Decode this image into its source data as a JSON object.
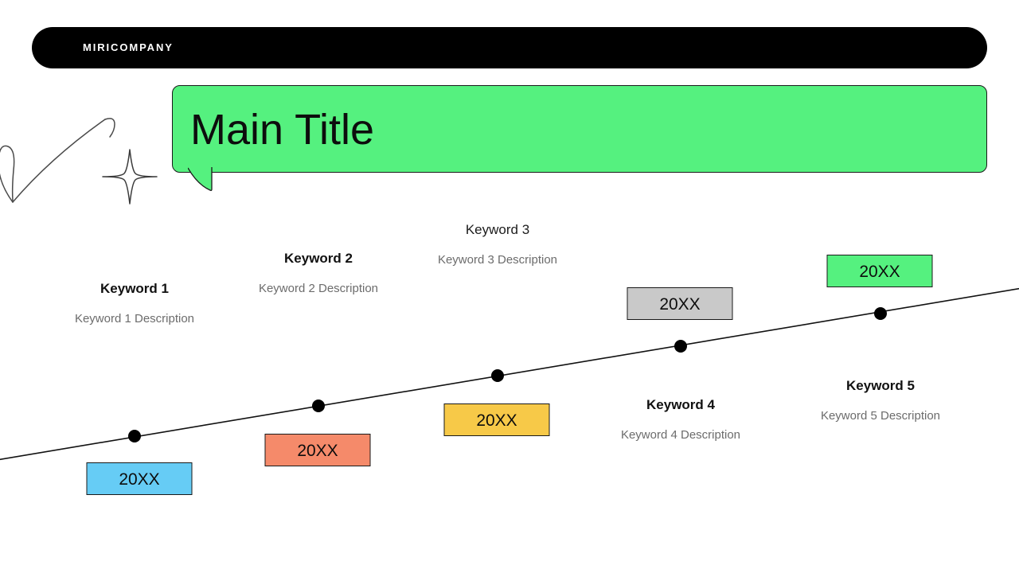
{
  "header": {
    "brand": "MIRICOMPANY",
    "bar_color": "#000000",
    "text_color": "#ffffff"
  },
  "title": {
    "text": "Main Title",
    "bubble_color": "#55f17f",
    "border_color": "#1a1a1a"
  },
  "decorations": [
    {
      "name": "arrow-doodle",
      "type": "hand-drawn-curve"
    },
    {
      "name": "sparkle-doodle",
      "type": "four-point-star-outline"
    }
  ],
  "chart_data": {
    "type": "line",
    "title": "Main Title",
    "xlabel": "",
    "ylabel": "",
    "grid": false,
    "legend": "none",
    "description": "Ascending 5-point milestone timeline with alternating above/below labels",
    "line_color": "#111111",
    "point_color": "#000000",
    "x": [
      169,
      400,
      625,
      855,
      1106
    ],
    "y": [
      548,
      510,
      472,
      435,
      394
    ],
    "categories": [
      "Keyword 1",
      "Keyword 2",
      "Keyword 3",
      "Keyword 4",
      "Keyword 5"
    ],
    "values": [
      1,
      2,
      3,
      4,
      5
    ]
  },
  "milestones": [
    {
      "keyword": "Keyword 1",
      "description": "Keyword 1 Description",
      "year": "20XX",
      "badge_color": "#66ccf5",
      "label_position": "above",
      "bold": true
    },
    {
      "keyword": "Keyword 2",
      "description": "Keyword 2 Description",
      "year": "20XX",
      "badge_color": "#f58a6a",
      "label_position": "above",
      "bold": true
    },
    {
      "keyword": "Keyword 3",
      "description": "Keyword 3 Description",
      "year": "20XX",
      "badge_color": "#f7c948",
      "label_position": "above",
      "bold": false
    },
    {
      "keyword": "Keyword 4",
      "description": "Keyword 4 Description",
      "year": "20XX",
      "badge_color": "#c9c9c9",
      "label_position": "below",
      "bold": true
    },
    {
      "keyword": "Keyword 5",
      "description": "Keyword 5 Description",
      "year": "20XX",
      "badge_color": "#55f17f",
      "label_position": "below",
      "bold": true
    }
  ]
}
